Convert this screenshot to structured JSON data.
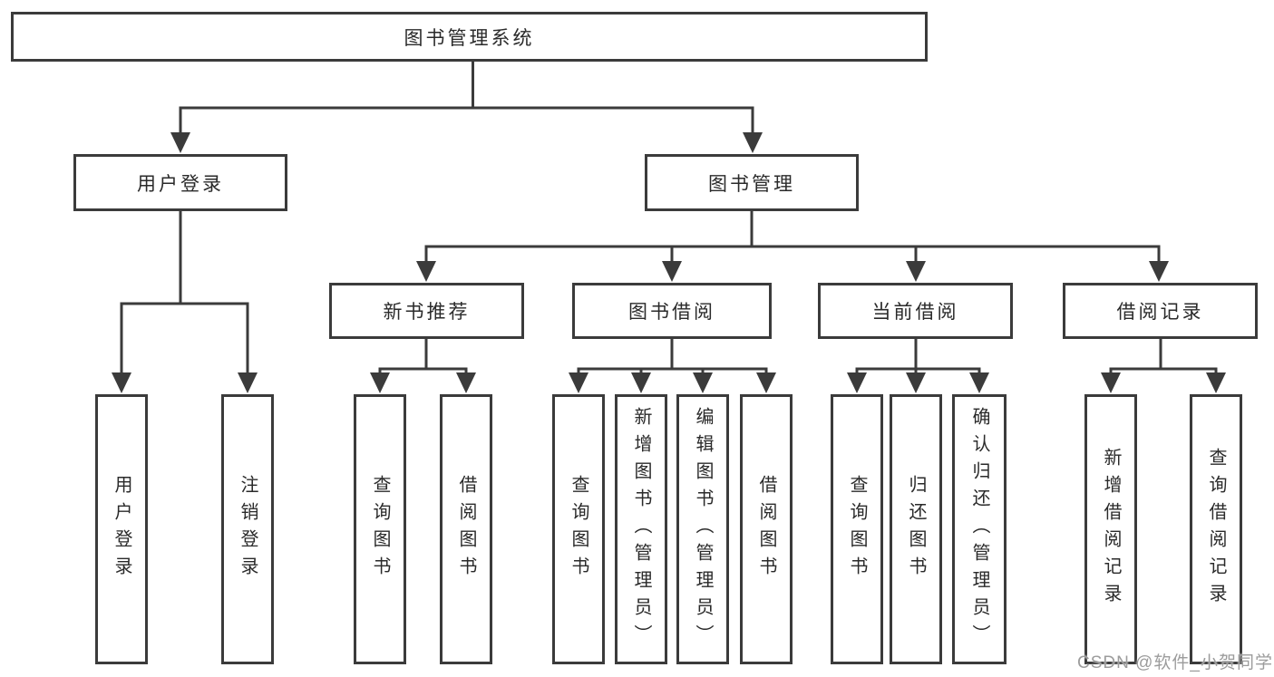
{
  "diagram": {
    "title": "图书管理系统",
    "level2": [
      {
        "label": "用户登录",
        "children": [
          {
            "label": "用户登录"
          },
          {
            "label": "注销登录"
          }
        ]
      },
      {
        "label": "图书管理",
        "children": [
          {
            "label": "新书推荐",
            "children": [
              {
                "label": "查询图书"
              },
              {
                "label": "借阅图书"
              }
            ]
          },
          {
            "label": "图书借阅",
            "children": [
              {
                "label": "查询图书"
              },
              {
                "label": "新增图书（管理员）"
              },
              {
                "label": "编辑图书（管理员）"
              },
              {
                "label": "借阅图书"
              }
            ]
          },
          {
            "label": "当前借阅",
            "children": [
              {
                "label": "查询图书"
              },
              {
                "label": "归还图书"
              },
              {
                "label": "确认归还（管理员）"
              }
            ]
          },
          {
            "label": "借阅记录",
            "children": [
              {
                "label": "新增借阅记录"
              },
              {
                "label": "查询借阅记录"
              }
            ]
          }
        ]
      }
    ]
  },
  "watermark": "CSDN @软件_小贺同学",
  "colors": {
    "line": "#3b3b3b",
    "text": "#2a2a2a",
    "watermark": "#9c9c9c",
    "background": "#ffffff"
  }
}
